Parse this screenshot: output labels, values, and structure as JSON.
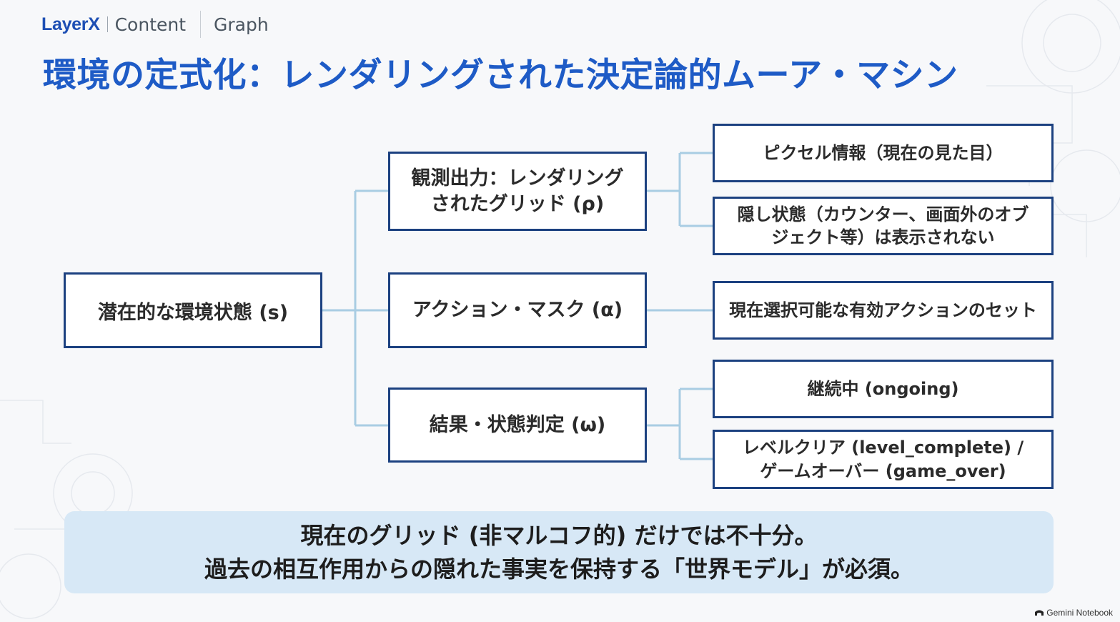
{
  "header": {
    "logo": "LayerX",
    "logo_suffix": "Content",
    "nav_item": "Graph"
  },
  "title": "環境の定式化：レンダリングされた決定論的ムーア・マシン",
  "diagram": {
    "root": "潜在的な環境状態 (s)",
    "branches": {
      "observation": "観測出力：レンダリング\nされたグリッド (ρ)",
      "action_mask": "アクション・マスク (α)",
      "result": "結果・状態判定 (ω)"
    },
    "leaves": {
      "pixel_info": "ピクセル情報（現在の見た目）",
      "hidden_state": "隠し状態（カウンター、画面外のオブ\nジェクト等）は表示されない",
      "valid_actions": "現在選択可能な有効アクションのセット",
      "ongoing": "継続中 (ongoing)",
      "level_clear": "レベルクリア (level_complete) /\nゲームオーバー (game_over)"
    }
  },
  "callout": {
    "line1": "現在のグリッド (非マルコフ的) だけでは不十分。",
    "line2": "過去の相互作用からの隠れた事実を保持する「世界モデル」が必須。"
  },
  "footer": {
    "brand": "Gemini Notebook"
  },
  "colors": {
    "title": "#1e5bc6",
    "box_border": "#1c4180",
    "connector": "#a9cde3",
    "callout_bg": "#d7e8f6"
  }
}
